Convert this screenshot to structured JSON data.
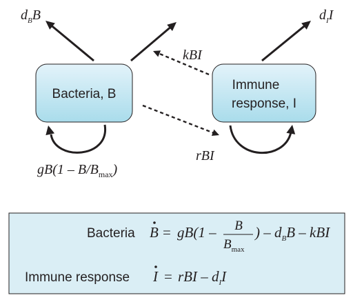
{
  "colors": {
    "node_fill_light": "#e3f3fa",
    "node_fill_dark": "#a9dceb",
    "node_stroke": "#231f20",
    "arrow": "#231f20",
    "panel_fill": "#daeef5",
    "panel_stroke": "#231f20"
  },
  "nodes": {
    "bacteria": {
      "label": "Bacteria, B"
    },
    "immune": {
      "label_line1": "Immune",
      "label_line2": "response, I"
    }
  },
  "rates": {
    "bacteria_death": {
      "symbol": "d",
      "subscript": "B",
      "variable": "B"
    },
    "immune_death": {
      "symbol": "d",
      "subscript": "I",
      "variable": "I"
    },
    "killing": "kBI",
    "recruitment": "rBI",
    "growth": {
      "prefix": "gB(1 – B/B",
      "subscript": "max",
      "suffix": ")"
    }
  },
  "equations": {
    "bacteria": {
      "label": "Bacteria",
      "lhs": "B",
      "equals": "=",
      "growth_prefix": "gB(1 –",
      "fraction_numerator": "B",
      "fraction_denominator": "B",
      "fraction_denominator_subscript": "max",
      "growth_suffix": ") – d",
      "death_subscript": "B",
      "tail": "B – kBI"
    },
    "immune": {
      "label": "Immune response",
      "lhs": "I",
      "equals": "=",
      "rhs_prefix": "rBI – d",
      "death_subscript": "I",
      "rhs_suffix": "I"
    }
  }
}
